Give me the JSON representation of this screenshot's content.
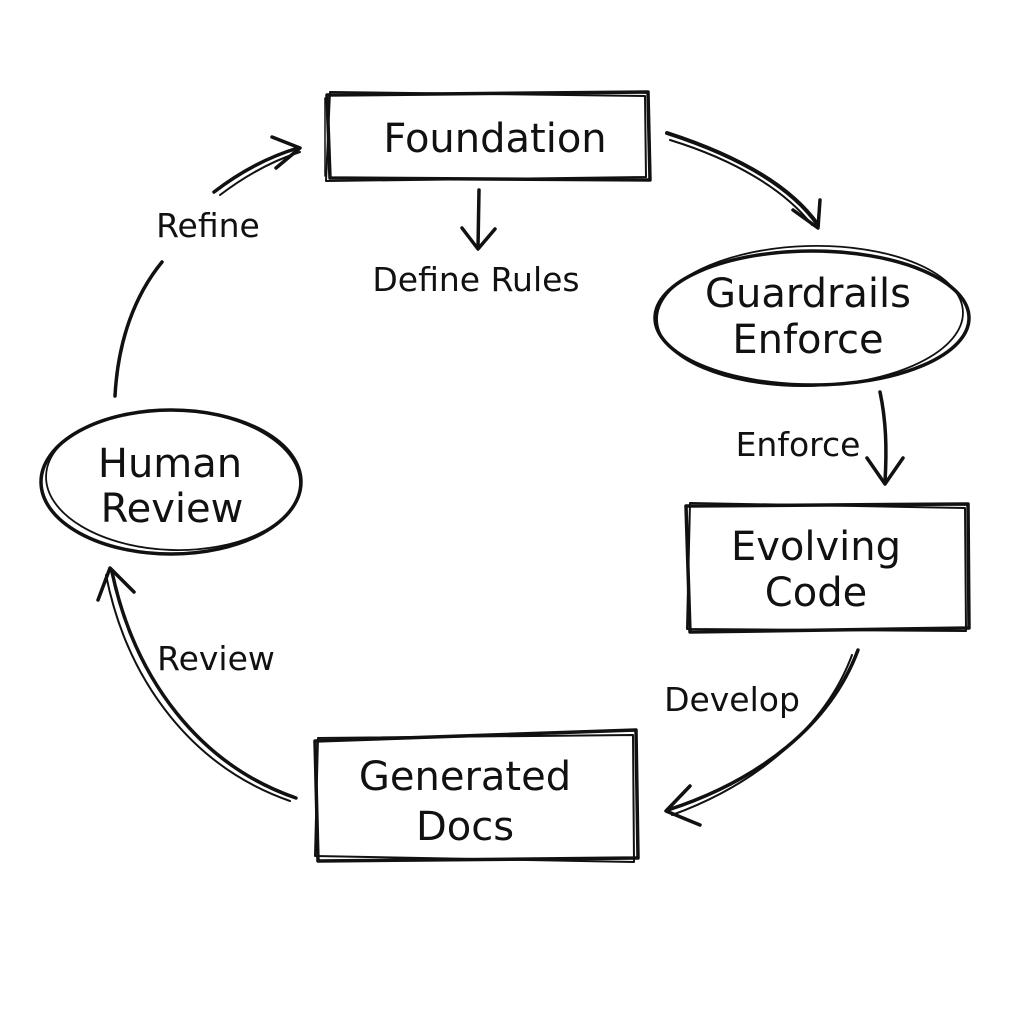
{
  "nodes": {
    "foundation": {
      "label": "Foundation",
      "shape": "box"
    },
    "guardrails": {
      "label_lines": [
        "Guardrails",
        "Enforce"
      ],
      "shape": "ellipse"
    },
    "evolving_code": {
      "label_lines": [
        "Evolving",
        "Code"
      ],
      "shape": "box"
    },
    "generated_docs": {
      "label_lines": [
        "Generated",
        "Docs"
      ],
      "shape": "box"
    },
    "human_review": {
      "label_lines": [
        "Human",
        "Review"
      ],
      "shape": "ellipse"
    }
  },
  "edges": {
    "define_rules": "Define Rules",
    "enforce": "Enforce",
    "develop": "Develop",
    "review": "Review",
    "refine": "Refine"
  },
  "style": {
    "ink": "#111111",
    "background": "#ffffff"
  }
}
